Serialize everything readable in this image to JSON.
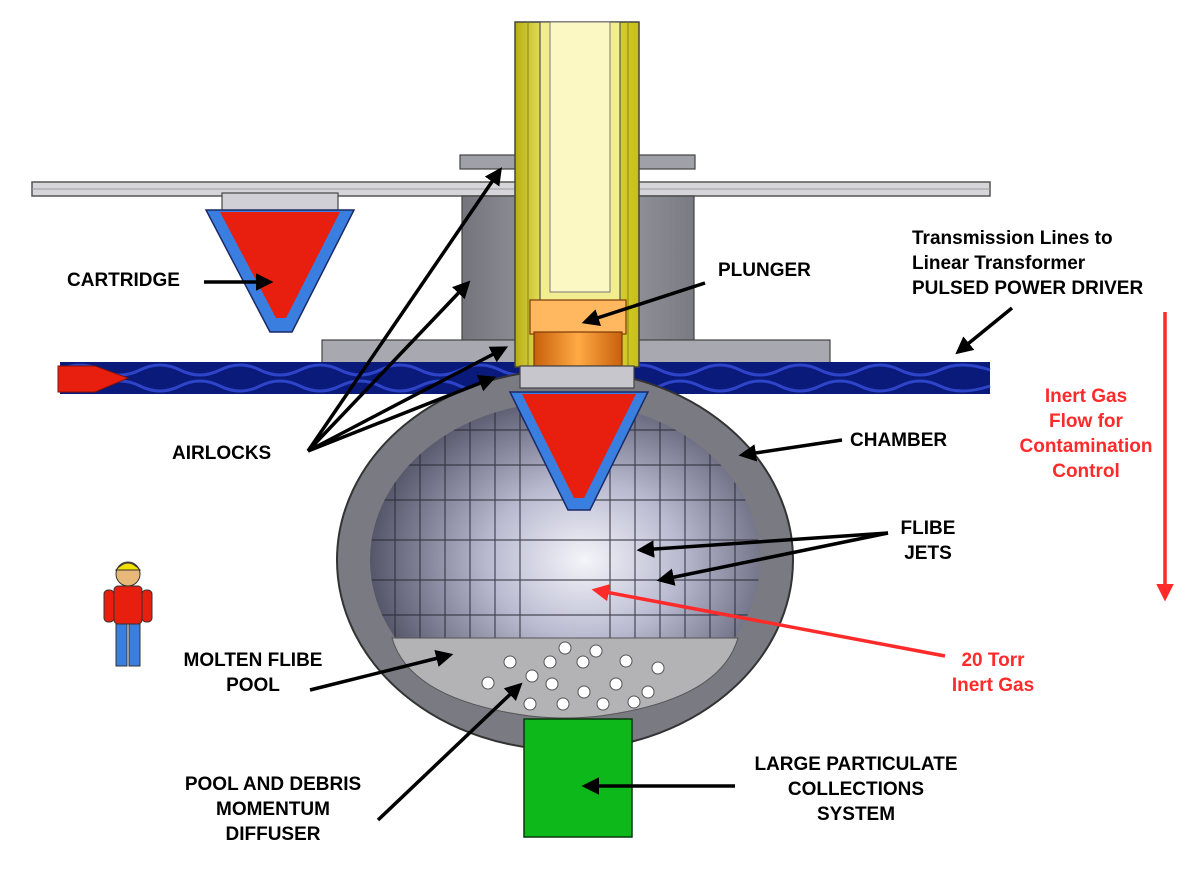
{
  "labels": {
    "cartridge": "CARTRIDGE",
    "plunger": "PLUNGER",
    "transmission": [
      "Transmission Lines to",
      "Linear Transformer",
      "PULSED POWER DRIVER"
    ],
    "inert_gas_flow": [
      "Inert Gas",
      "Flow for",
      "Contamination",
      "Control"
    ],
    "airlocks": "AIRLOCKS",
    "chamber": "CHAMBER",
    "flibe_jets": [
      "FLIBE",
      "JETS"
    ],
    "molten_pool": [
      "MOLTEN FLIBE",
      "POOL"
    ],
    "torr_gas": [
      "20 Torr",
      "Inert Gas"
    ],
    "diffuser": [
      "POOL AND DEBRIS",
      "MOMENTUM",
      "DIFFUSER"
    ],
    "collection": [
      "LARGE PARTICULATE",
      "COLLECTIONS",
      "SYSTEM"
    ]
  },
  "colors": {
    "yellow": "#e8e028",
    "orange": "#f08a1a",
    "red": "#e81e0e",
    "blue": "#3a7fe0",
    "navy": "#0a1a7a",
    "green": "#0cb81a",
    "gray": "#8e8e96",
    "annotation_red": "#ff2a2a"
  }
}
